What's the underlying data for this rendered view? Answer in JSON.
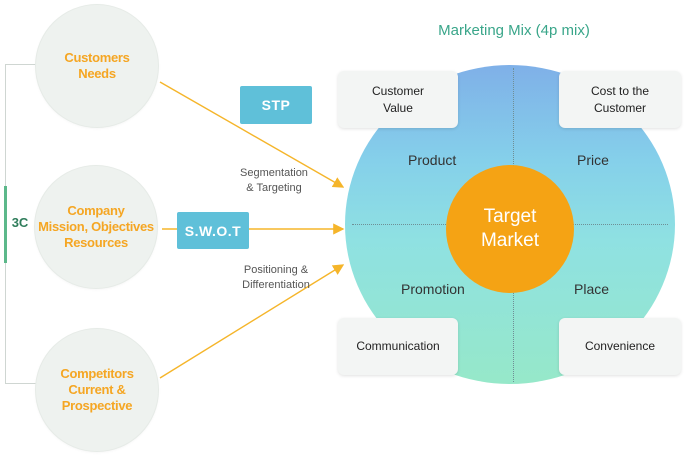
{
  "three_c": {
    "label": "3C"
  },
  "circles": {
    "customers": "Customers\nNeeds",
    "company": "Company\nMission, Objectives\nResources",
    "competitors": "Competitors\nCurrent &\nProspective"
  },
  "tags": {
    "stp": "STP",
    "swot": "S.W.O.T"
  },
  "labels": {
    "segmentation": "Segmentation\n& Targeting",
    "positioning": "Positioning &\nDifferentiation"
  },
  "marketing_mix": {
    "title": "Marketing Mix (4p mix)",
    "center": "Target\nMarket",
    "quadrants": {
      "product": "Product",
      "price": "Price",
      "promotion": "Promotion",
      "place": "Place"
    },
    "corners": {
      "customer_value": "Customer\nValue",
      "cost": "Cost to the\nCustomer",
      "communication": "Communication",
      "convenience": "Convenience"
    }
  },
  "colors": {
    "arrow": "#f5b52a",
    "orange": "#f5a314",
    "tag": "#5fc0d9",
    "title": "#3aa68a"
  }
}
